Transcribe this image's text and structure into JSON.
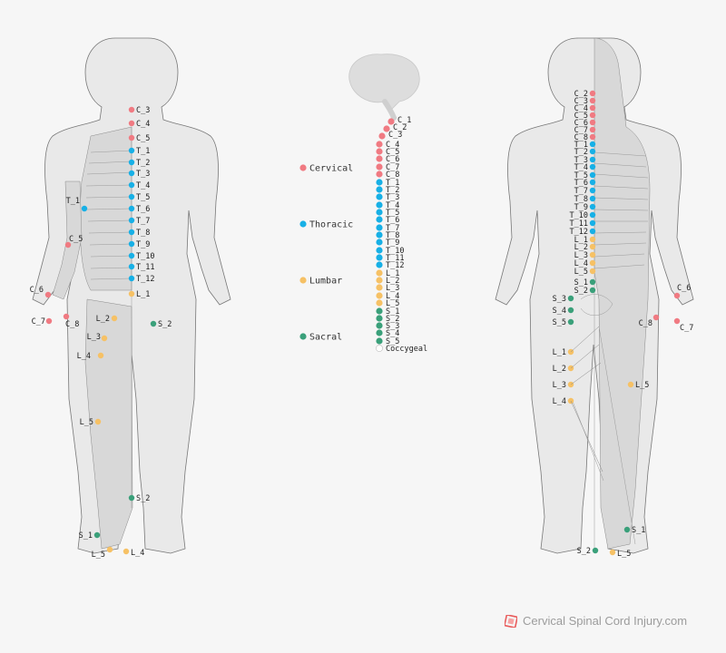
{
  "colors": {
    "cervical": "#f07a82",
    "thoracic": "#17b0e6",
    "lumbar": "#f6c165",
    "sacral": "#3aa07a",
    "coccygeal": "#ffffff"
  },
  "legend": [
    {
      "key": "cervical",
      "label": "Cervical"
    },
    {
      "key": "thoracic",
      "label": "Thoracic"
    },
    {
      "key": "lumbar",
      "label": "Lumbar"
    },
    {
      "key": "sacral",
      "label": "Sacral"
    }
  ],
  "spine_nerves": [
    {
      "label": "C_1",
      "group": "cervical"
    },
    {
      "label": "C_2",
      "group": "cervical"
    },
    {
      "label": "C_3",
      "group": "cervical"
    },
    {
      "label": "C_4",
      "group": "cervical"
    },
    {
      "label": "C_5",
      "group": "cervical"
    },
    {
      "label": "C_6",
      "group": "cervical"
    },
    {
      "label": "C_7",
      "group": "cervical"
    },
    {
      "label": "C_8",
      "group": "cervical"
    },
    {
      "label": "T_1",
      "group": "thoracic"
    },
    {
      "label": "T_2",
      "group": "thoracic"
    },
    {
      "label": "T_3",
      "group": "thoracic"
    },
    {
      "label": "T_4",
      "group": "thoracic"
    },
    {
      "label": "T_5",
      "group": "thoracic"
    },
    {
      "label": "T_6",
      "group": "thoracic"
    },
    {
      "label": "T_7",
      "group": "thoracic"
    },
    {
      "label": "T_8",
      "group": "thoracic"
    },
    {
      "label": "T_9",
      "group": "thoracic"
    },
    {
      "label": "T_10",
      "group": "thoracic"
    },
    {
      "label": "T_11",
      "group": "thoracic"
    },
    {
      "label": "T_12",
      "group": "thoracic"
    },
    {
      "label": "L_1",
      "group": "lumbar"
    },
    {
      "label": "L_2",
      "group": "lumbar"
    },
    {
      "label": "L_3",
      "group": "lumbar"
    },
    {
      "label": "L_4",
      "group": "lumbar"
    },
    {
      "label": "L_5",
      "group": "lumbar"
    },
    {
      "label": "S_1",
      "group": "sacral"
    },
    {
      "label": "S_2",
      "group": "sacral"
    },
    {
      "label": "S_3",
      "group": "sacral"
    },
    {
      "label": "S_4",
      "group": "sacral"
    },
    {
      "label": "S_5",
      "group": "sacral"
    },
    {
      "label": "Coccygeal",
      "group": "coccygeal"
    }
  ],
  "front_points": [
    {
      "label": "C_3",
      "group": "cervical"
    },
    {
      "label": "C_4",
      "group": "cervical"
    },
    {
      "label": "C_5",
      "group": "cervical"
    },
    {
      "label": "T_1",
      "group": "thoracic"
    },
    {
      "label": "T_2",
      "group": "thoracic"
    },
    {
      "label": "T_3",
      "group": "thoracic"
    },
    {
      "label": "T_4",
      "group": "thoracic"
    },
    {
      "label": "T_5",
      "group": "thoracic"
    },
    {
      "label": "T_6",
      "group": "thoracic"
    },
    {
      "label": "T_7",
      "group": "thoracic"
    },
    {
      "label": "T_8",
      "group": "thoracic"
    },
    {
      "label": "T_9",
      "group": "thoracic"
    },
    {
      "label": "T_10",
      "group": "thoracic"
    },
    {
      "label": "T_11",
      "group": "thoracic"
    },
    {
      "label": "T_12",
      "group": "thoracic"
    },
    {
      "label": "L_1",
      "group": "lumbar"
    },
    {
      "label": "T_1",
      "group": "thoracic"
    },
    {
      "label": "C_5",
      "group": "cervical"
    },
    {
      "label": "C_6",
      "group": "cervical"
    },
    {
      "label": "C_7",
      "group": "cervical"
    },
    {
      "label": "C_8",
      "group": "cervical"
    },
    {
      "label": "L_2",
      "group": "lumbar"
    },
    {
      "label": "S_2",
      "group": "sacral"
    },
    {
      "label": "L_3",
      "group": "lumbar"
    },
    {
      "label": "L_4",
      "group": "lumbar"
    },
    {
      "label": "L_5",
      "group": "lumbar"
    },
    {
      "label": "S_2",
      "group": "sacral"
    },
    {
      "label": "S_1",
      "group": "sacral"
    },
    {
      "label": "L_5",
      "group": "lumbar"
    },
    {
      "label": "L_4",
      "group": "lumbar"
    }
  ],
  "back_points": [
    {
      "label": "C_2",
      "group": "cervical"
    },
    {
      "label": "C_3",
      "group": "cervical"
    },
    {
      "label": "C_4",
      "group": "cervical"
    },
    {
      "label": "C_5",
      "group": "cervical"
    },
    {
      "label": "C_6",
      "group": "cervical"
    },
    {
      "label": "C_7",
      "group": "cervical"
    },
    {
      "label": "C_8",
      "group": "cervical"
    },
    {
      "label": "T_1",
      "group": "thoracic"
    },
    {
      "label": "T_2",
      "group": "thoracic"
    },
    {
      "label": "T_3",
      "group": "thoracic"
    },
    {
      "label": "T_4",
      "group": "thoracic"
    },
    {
      "label": "T_5",
      "group": "thoracic"
    },
    {
      "label": "T_6",
      "group": "thoracic"
    },
    {
      "label": "T_7",
      "group": "thoracic"
    },
    {
      "label": "T_8",
      "group": "thoracic"
    },
    {
      "label": "T_9",
      "group": "thoracic"
    },
    {
      "label": "T_10",
      "group": "thoracic"
    },
    {
      "label": "T_11",
      "group": "thoracic"
    },
    {
      "label": "T_12",
      "group": "thoracic"
    },
    {
      "label": "L_1",
      "group": "lumbar"
    },
    {
      "label": "L_2",
      "group": "lumbar"
    },
    {
      "label": "L_3",
      "group": "lumbar"
    },
    {
      "label": "L_4",
      "group": "lumbar"
    },
    {
      "label": "L_5",
      "group": "lumbar"
    },
    {
      "label": "S_1",
      "group": "sacral"
    },
    {
      "label": "S_2",
      "group": "sacral"
    },
    {
      "label": "S_3",
      "group": "sacral"
    },
    {
      "label": "S_4",
      "group": "sacral"
    },
    {
      "label": "S_5",
      "group": "sacral"
    },
    {
      "label": "C_6",
      "group": "cervical"
    },
    {
      "label": "C_8",
      "group": "cervical"
    },
    {
      "label": "C_7",
      "group": "cervical"
    },
    {
      "label": "L_1",
      "group": "lumbar"
    },
    {
      "label": "L_2",
      "group": "lumbar"
    },
    {
      "label": "L_3",
      "group": "lumbar"
    },
    {
      "label": "L_4",
      "group": "lumbar"
    },
    {
      "label": "L_5",
      "group": "lumbar"
    },
    {
      "label": "S_1",
      "group": "sacral"
    },
    {
      "label": "S_2",
      "group": "sacral"
    },
    {
      "label": "L_5",
      "group": "lumbar"
    }
  ],
  "logo": {
    "text": "Cervical Spinal Cord Injury",
    "suffix": ".com",
    "color": "#e85a5a"
  }
}
